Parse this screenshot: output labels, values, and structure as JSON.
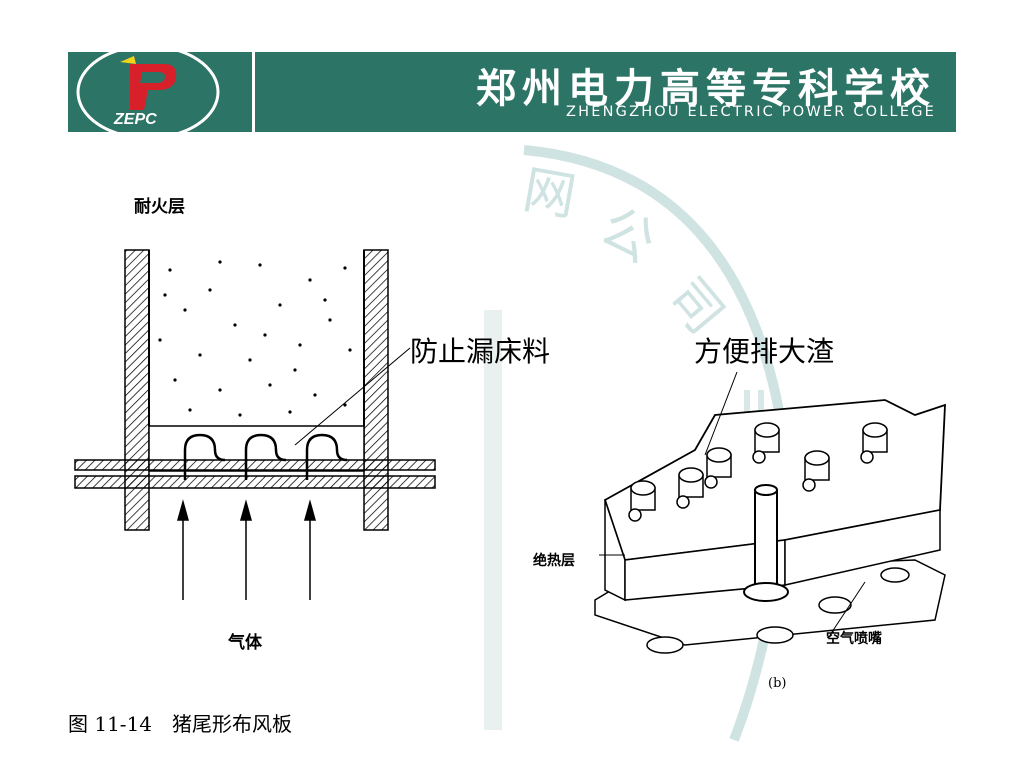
{
  "header": {
    "college_name_cn": "郑州电力高等专科学校",
    "college_name_en": "ZHENGZHOU ELECTRIC POWER COLLEGE",
    "logo_text": "ZEPC"
  },
  "figure_left": {
    "label_refractory": "耐火层",
    "label_gas": "气体",
    "annotation": "防止漏床料",
    "caption": "图 11-14　猪尾形布风板"
  },
  "figure_right": {
    "annotation": "方便排大渣",
    "label_insulation": "绝热层",
    "label_nozzle": "空气喷嘴",
    "sublabel": "(b)"
  },
  "watermark": {
    "chars": [
      "网",
      "公",
      "司"
    ]
  },
  "colors": {
    "banner": "#2c7466",
    "logo_red": "#d8202a",
    "watermark": "#cfe3e2"
  }
}
